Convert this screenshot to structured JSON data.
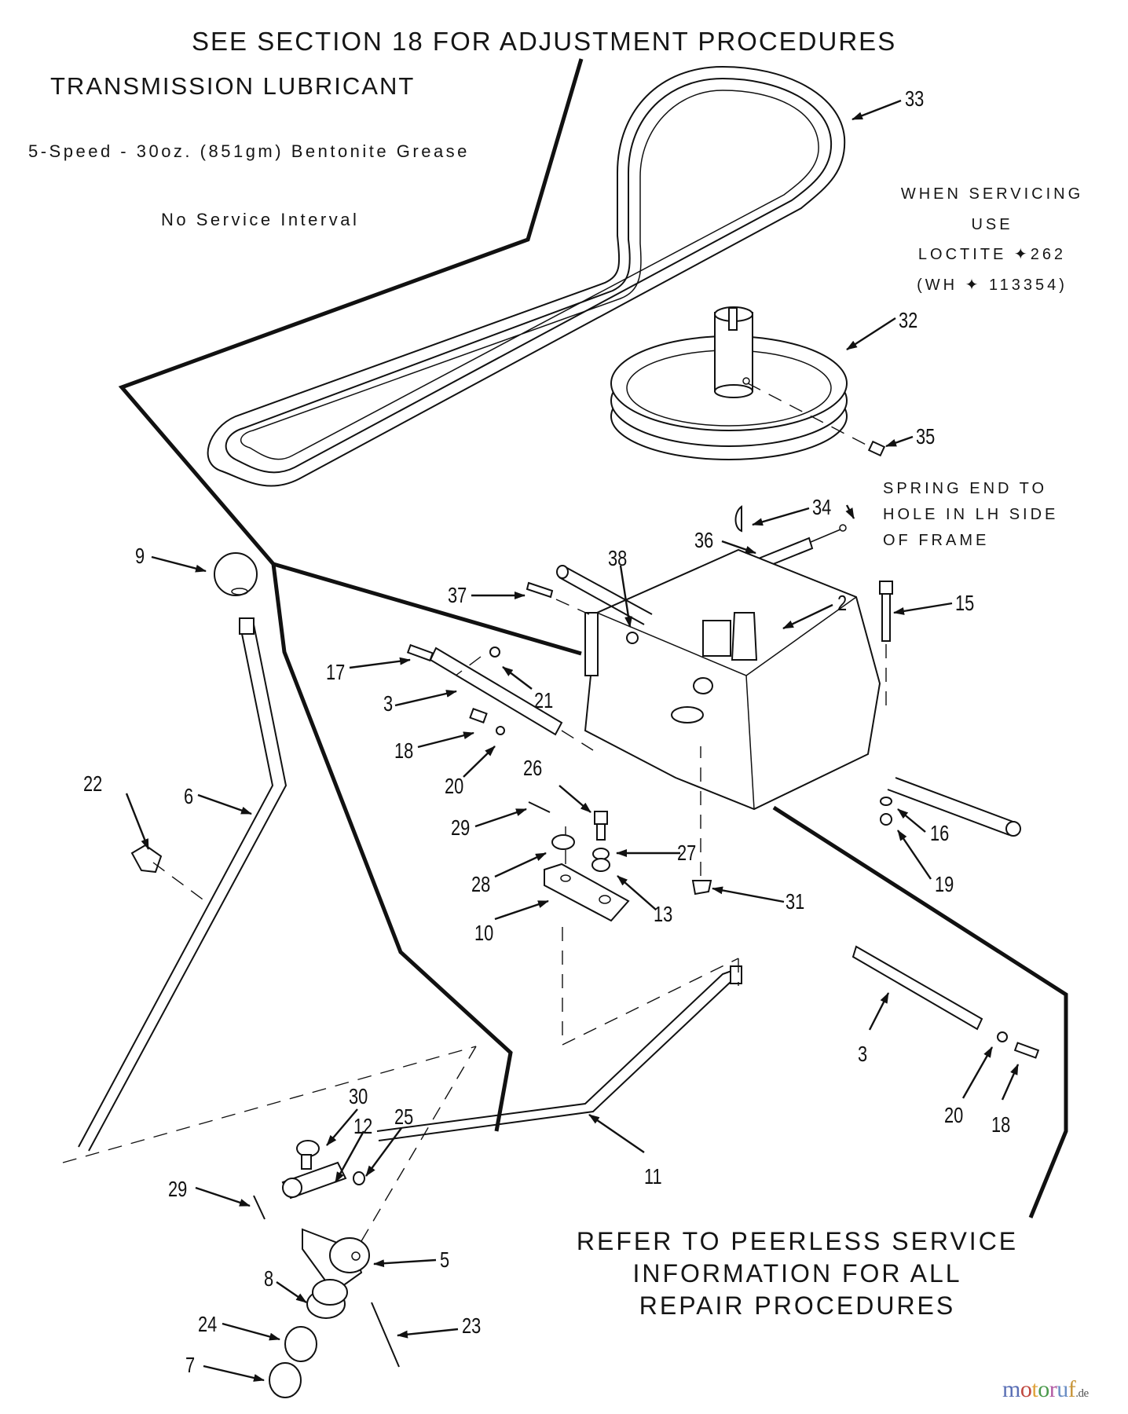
{
  "notes": {
    "adjustment": "SEE SECTION 18 FOR ADJUSTMENT PROCEDURES",
    "lubricant_title": "TRANSMISSION LUBRICANT",
    "lubricant_spec": "5-Speed - 30oz. (851gm) Bentonite Grease",
    "service_interval": "No Service Interval",
    "loctite": [
      "WHEN SERVICING",
      "USE",
      "LOCTITE ✦262",
      "(WH ✦ 113354)"
    ],
    "spring": [
      "SPRING END TO",
      "HOLE IN LH SIDE",
      "OF FRAME"
    ],
    "peerless": [
      "REFER TO PEERLESS SERVICE",
      "INFORMATION FOR ALL",
      "REPAIR PROCEDURES"
    ]
  },
  "callouts": [
    {
      "id": "c33",
      "label": "33"
    },
    {
      "id": "c32",
      "label": "32"
    },
    {
      "id": "c35",
      "label": "35"
    },
    {
      "id": "c34",
      "label": "34"
    },
    {
      "id": "c36",
      "label": "36"
    },
    {
      "id": "c9",
      "label": "9"
    },
    {
      "id": "c38",
      "label": "38"
    },
    {
      "id": "c37",
      "label": "37"
    },
    {
      "id": "c2",
      "label": "2"
    },
    {
      "id": "c15",
      "label": "15"
    },
    {
      "id": "c17",
      "label": "17"
    },
    {
      "id": "c21",
      "label": "21"
    },
    {
      "id": "c3a",
      "label": "3"
    },
    {
      "id": "c18a",
      "label": "18"
    },
    {
      "id": "c20a",
      "label": "20"
    },
    {
      "id": "c26",
      "label": "26"
    },
    {
      "id": "c22",
      "label": "22"
    },
    {
      "id": "c6",
      "label": "6"
    },
    {
      "id": "c29a",
      "label": "29"
    },
    {
      "id": "c27",
      "label": "27"
    },
    {
      "id": "c16",
      "label": "16"
    },
    {
      "id": "c28",
      "label": "28"
    },
    {
      "id": "c19",
      "label": "19"
    },
    {
      "id": "c13",
      "label": "13"
    },
    {
      "id": "c31",
      "label": "31"
    },
    {
      "id": "c10",
      "label": "10"
    },
    {
      "id": "c3b",
      "label": "3"
    },
    {
      "id": "c20b",
      "label": "20"
    },
    {
      "id": "c18b",
      "label": "18"
    },
    {
      "id": "c30",
      "label": "30"
    },
    {
      "id": "c12",
      "label": "12"
    },
    {
      "id": "c25",
      "label": "25"
    },
    {
      "id": "c11",
      "label": "11"
    },
    {
      "id": "c29b",
      "label": "29"
    },
    {
      "id": "c5",
      "label": "5"
    },
    {
      "id": "c8",
      "label": "8"
    },
    {
      "id": "c23",
      "label": "23"
    },
    {
      "id": "c24",
      "label": "24"
    },
    {
      "id": "c7",
      "label": "7"
    }
  ],
  "watermark": {
    "name_letters": [
      "m",
      "o",
      "t",
      "o",
      "r",
      "u",
      "f"
    ],
    "tld": ".de"
  }
}
